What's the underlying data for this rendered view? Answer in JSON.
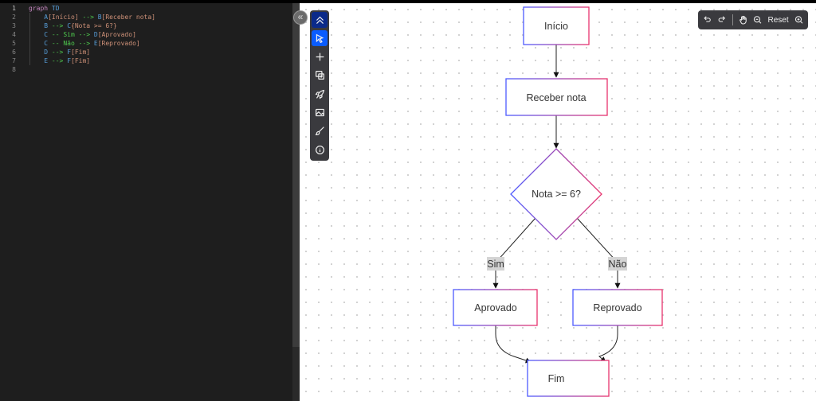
{
  "editor": {
    "lines": [
      {
        "n": "1",
        "tokens": [
          [
            "graph ",
            "#c586c0"
          ],
          [
            "TD",
            "#569cd6"
          ]
        ]
      },
      {
        "n": "2",
        "tokens": [
          [
            "    A",
            "#569cd6"
          ],
          [
            "[Início]",
            "#ce9178"
          ],
          [
            " --> ",
            "#4ec94e"
          ],
          [
            "B",
            "#569cd6"
          ],
          [
            "[Receber nota]",
            "#ce9178"
          ]
        ]
      },
      {
        "n": "3",
        "tokens": [
          [
            "    B",
            "#569cd6"
          ],
          [
            " --> ",
            "#4ec94e"
          ],
          [
            "C",
            "#569cd6"
          ],
          [
            "{Nota >= 6?}",
            "#ce9178"
          ]
        ]
      },
      {
        "n": "4",
        "tokens": [
          [
            "    C",
            "#569cd6"
          ],
          [
            " -- Sim --> ",
            "#4ec94e"
          ],
          [
            "D",
            "#569cd6"
          ],
          [
            "[Aprovado]",
            "#ce9178"
          ]
        ]
      },
      {
        "n": "5",
        "tokens": [
          [
            "    C",
            "#569cd6"
          ],
          [
            " -- Não --> ",
            "#4ec94e"
          ],
          [
            "E",
            "#569cd6"
          ],
          [
            "[Reprovado]",
            "#ce9178"
          ]
        ]
      },
      {
        "n": "6",
        "tokens": [
          [
            "    D",
            "#569cd6"
          ],
          [
            " --> ",
            "#4ec94e"
          ],
          [
            "F",
            "#569cd6"
          ],
          [
            "[Fim]",
            "#ce9178"
          ]
        ]
      },
      {
        "n": "7",
        "tokens": [
          [
            "    E",
            "#569cd6"
          ],
          [
            " --> ",
            "#4ec94e"
          ],
          [
            "F",
            "#569cd6"
          ],
          [
            "[Fim]",
            "#ce9178"
          ]
        ]
      },
      {
        "n": "8",
        "tokens": []
      }
    ]
  },
  "controls": {
    "reset": "Reset"
  },
  "diagram": {
    "nodes": {
      "start": "Início",
      "receive": "Receber nota",
      "decision": "Nota >= 6?",
      "approved": "Aprovado",
      "failed": "Reprovado",
      "end": "Fim"
    },
    "edges": {
      "yes": "Sim",
      "no": "Não"
    }
  },
  "colors": {
    "accent": "#0a5cff",
    "node_left": "#4d5bff",
    "node_right": "#e8336d"
  }
}
